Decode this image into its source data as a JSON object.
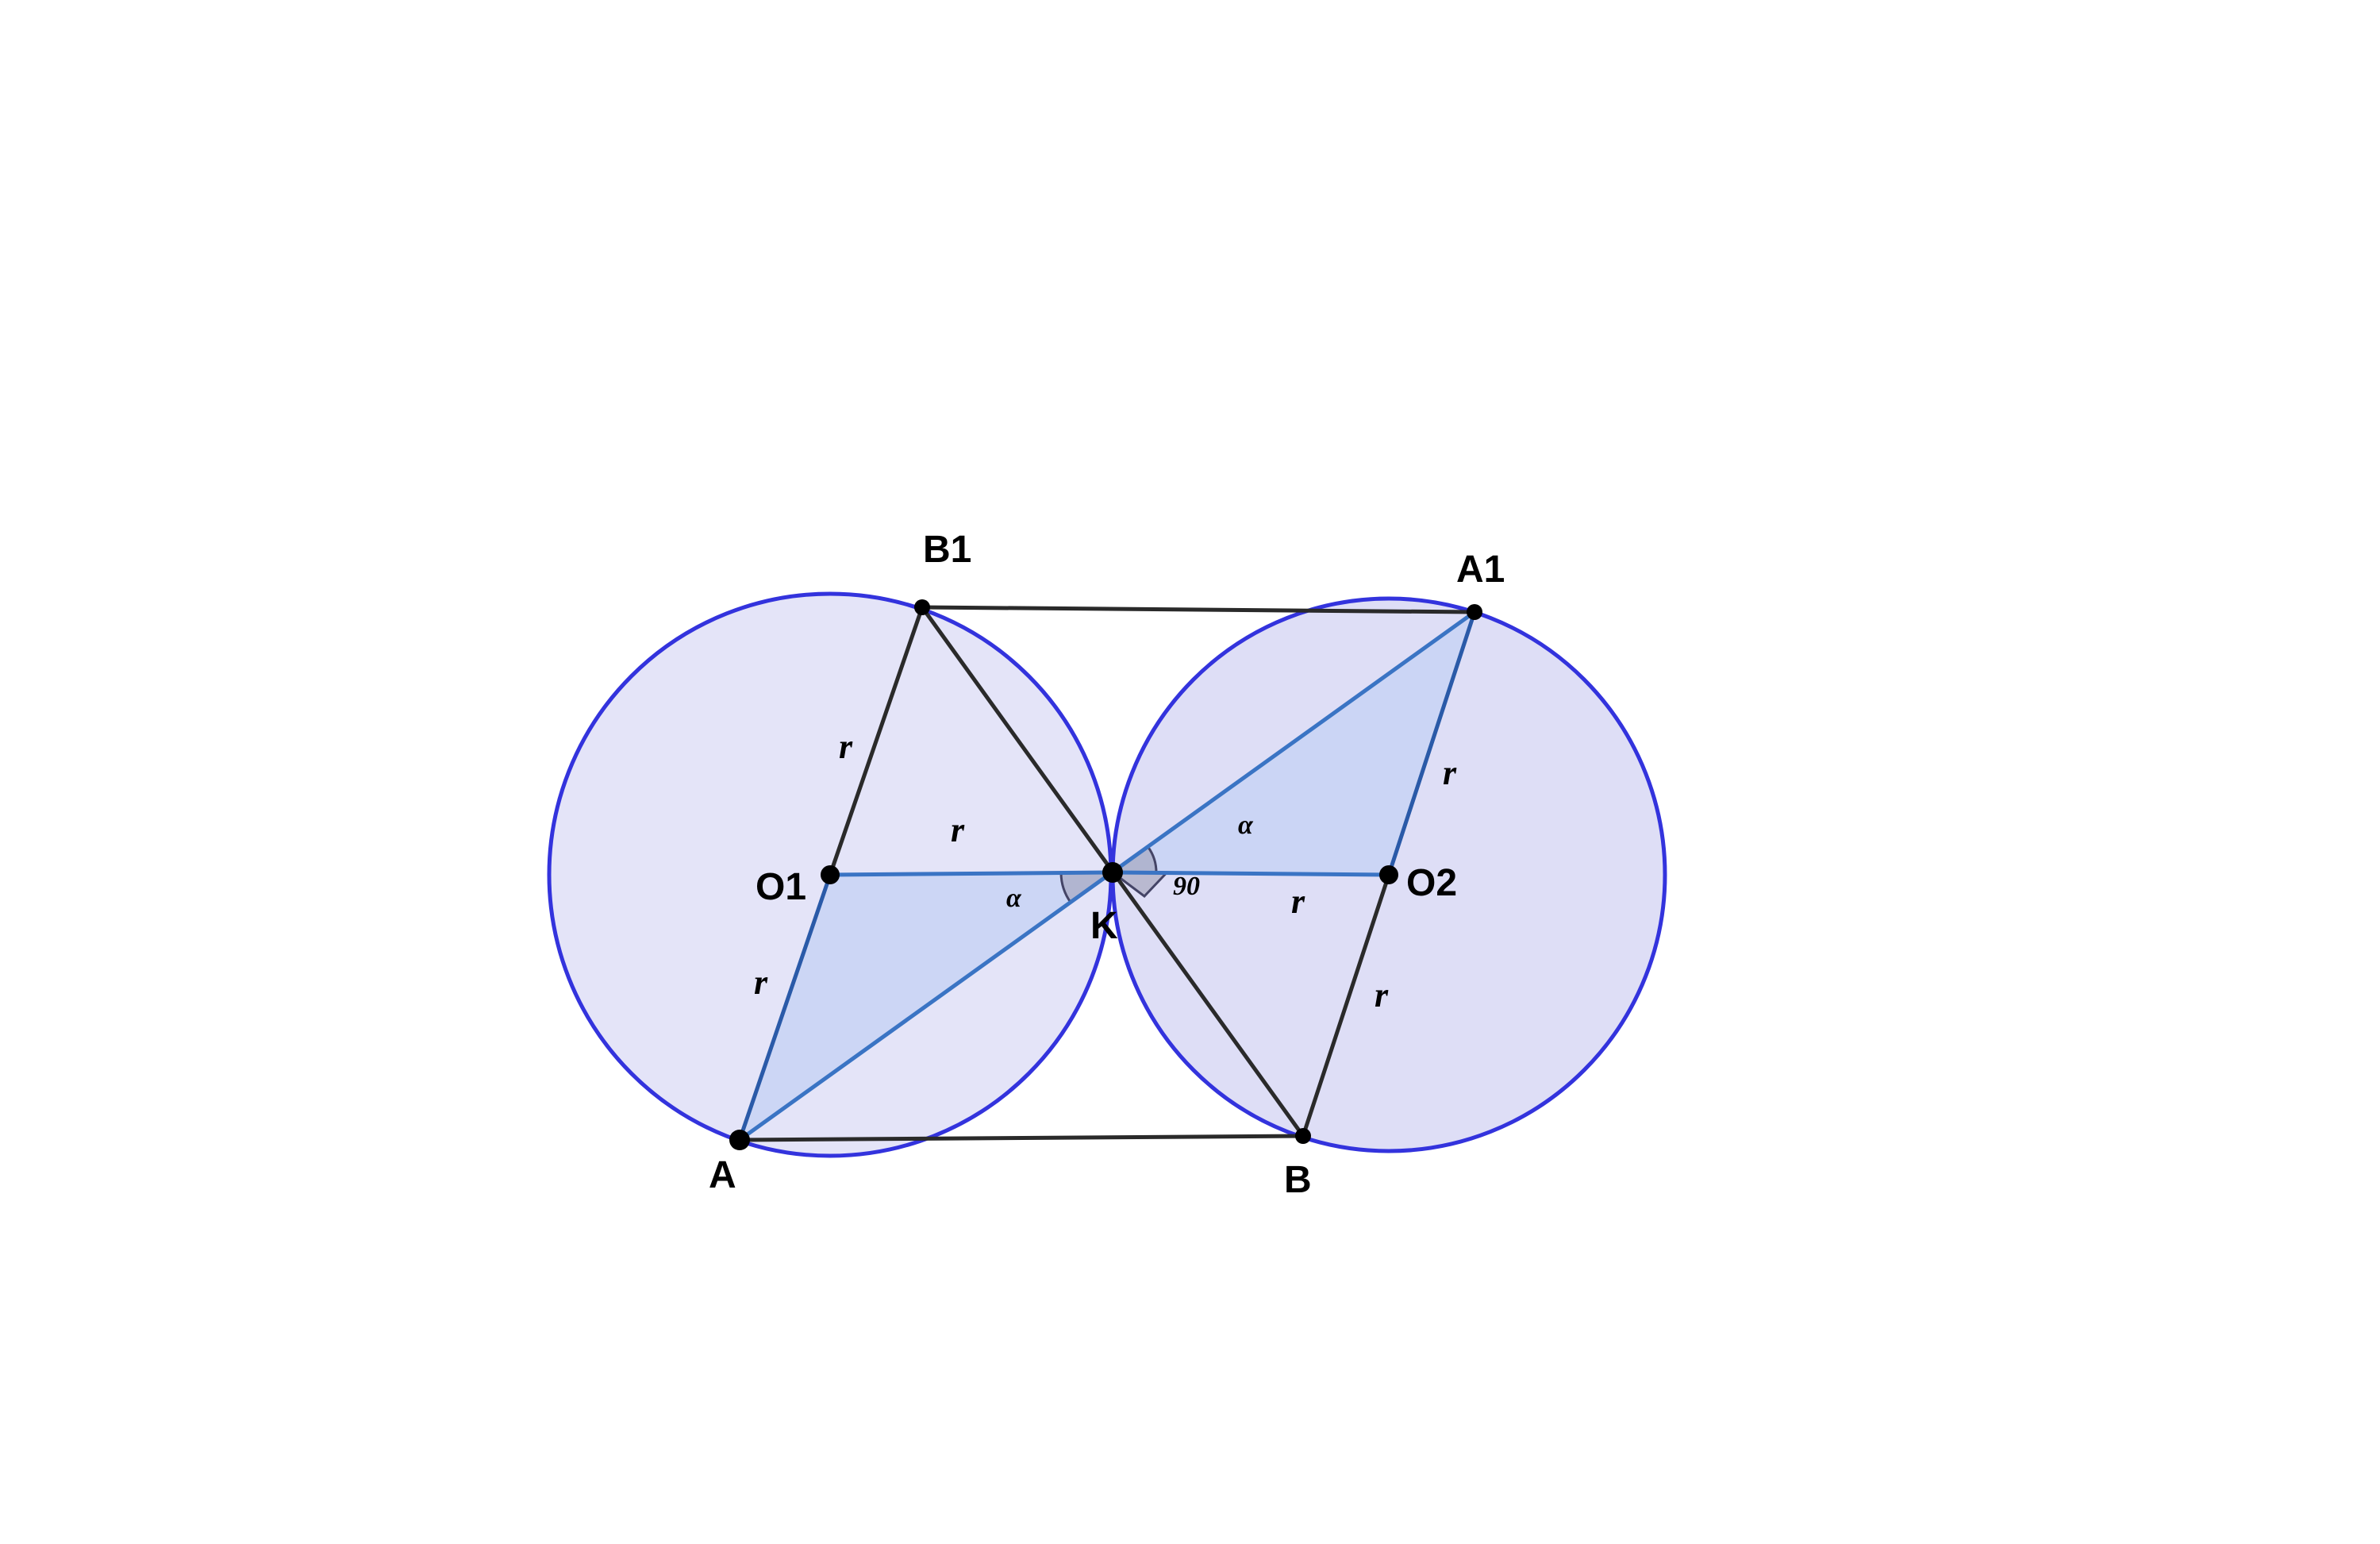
{
  "diagram": {
    "points": {
      "O1": "O1",
      "O2": "O2",
      "K": "K",
      "A": "A",
      "B": "B",
      "A1": "A1",
      "B1": "B1"
    },
    "segments": {
      "r_O1B1": "r",
      "r_O1K": "r",
      "r_O1A": "r",
      "r_KO2": "r",
      "r_O2A1": "r",
      "r_O2B": "r"
    },
    "angles": {
      "alpha_left": "α",
      "alpha_right": "α",
      "right_angle": "90"
    },
    "colors": {
      "circle_stroke": "#3333dd",
      "circle_fill": "#e4e4f8",
      "triangle_fill": "#c8d4f4",
      "blue_segment": "#3a74c4",
      "black_segment": "#2a2a2a",
      "angle_fill": "#9a9ab0"
    }
  }
}
